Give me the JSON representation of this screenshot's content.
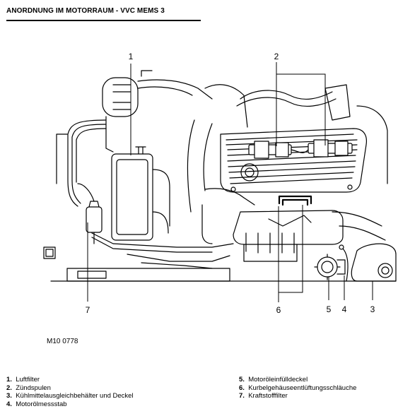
{
  "title": "ANORDNUNG IM MOTORRAUM - VVC MEMS 3",
  "figure_code": "M10 0778",
  "callouts": [
    {
      "number": "1"
    },
    {
      "number": "2"
    },
    {
      "number": "3"
    },
    {
      "number": "4"
    },
    {
      "number": "5"
    },
    {
      "number": "6"
    },
    {
      "number": "7"
    }
  ],
  "legend": [
    {
      "number": "1.",
      "label": "Luftfilter"
    },
    {
      "number": "2.",
      "label": "Zündspulen"
    },
    {
      "number": "3.",
      "label": "Kühlmittelausgleichbehälter und Deckel"
    },
    {
      "number": "4.",
      "label": "Motorölmessstab"
    },
    {
      "number": "5.",
      "label": "Motoröleinfülldeckel"
    },
    {
      "number": "6.",
      "label": "Kurbelgehäuseentlüftungsschläuche"
    },
    {
      "number": "7.",
      "label": "Kraftstofffilter"
    }
  ]
}
